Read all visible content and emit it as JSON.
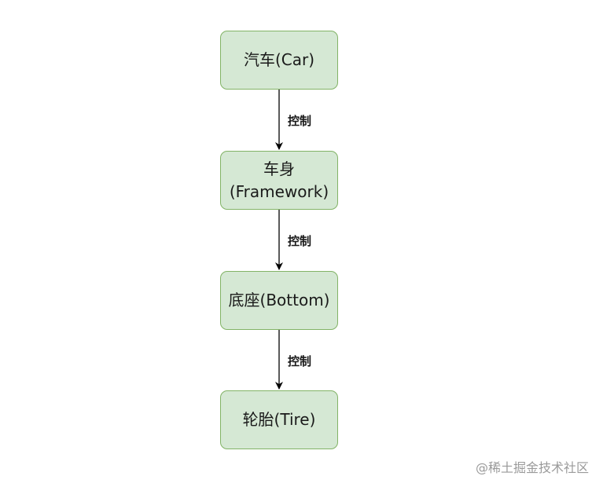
{
  "nodes": [
    {
      "line1": "汽车(Car)",
      "line2": ""
    },
    {
      "line1": "车身",
      "line2": "(Framework)"
    },
    {
      "line1": "底座(Bottom)",
      "line2": ""
    },
    {
      "line1": "轮胎(Tire)",
      "line2": ""
    }
  ],
  "edges": [
    {
      "label": "控制"
    },
    {
      "label": "控制"
    },
    {
      "label": "控制"
    }
  ],
  "watermark": "@稀土掘金技术社区",
  "colors": {
    "node_fill": "#d5e8d4",
    "node_border": "#82b366",
    "arrow": "#000000"
  }
}
